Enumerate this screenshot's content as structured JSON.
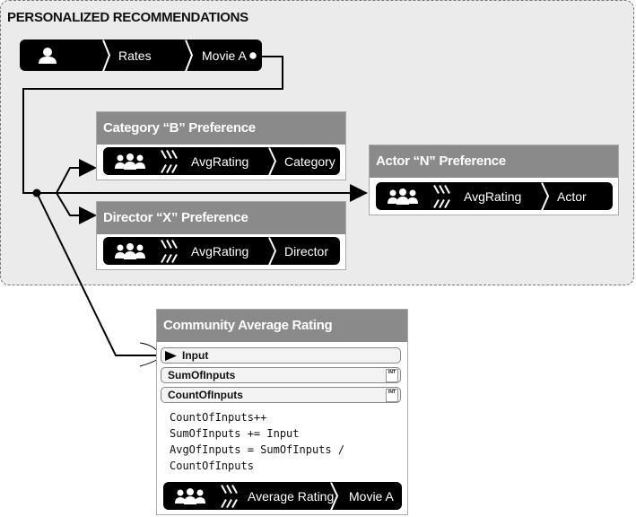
{
  "region": {
    "title": "PERSONALIZED RECOMMENDATIONS"
  },
  "top_bar": {
    "rates": "Rates",
    "movie": "Movie A",
    "icon": "user-icon"
  },
  "cards": {
    "category": {
      "title": "Category “B” Preference",
      "metric": "AvgRating",
      "key": "Category"
    },
    "director": {
      "title": "Director “X” Preference",
      "metric": "AvgRating",
      "key": "Director"
    },
    "actor": {
      "title": "Actor “N” Preference",
      "metric": "AvgRating",
      "key": "Actor"
    },
    "community": {
      "title": "Community Average Rating",
      "fields": [
        "Input",
        "SumOfInputs",
        "CountOfInputs"
      ],
      "int_tag": "INT",
      "code": [
        "CountOfInputs++",
        "SumOfInputs += Input",
        "AvgOfInputs = SumOfInputs /",
        "CountOfInputs"
      ],
      "metric": "Average Rating",
      "key": "Movie A"
    }
  },
  "icons": {
    "group": "group-icon",
    "play": "play-icon"
  },
  "colors": {
    "header": "#8a8a8a",
    "bar": "#000000",
    "region": "#ebebeb"
  }
}
